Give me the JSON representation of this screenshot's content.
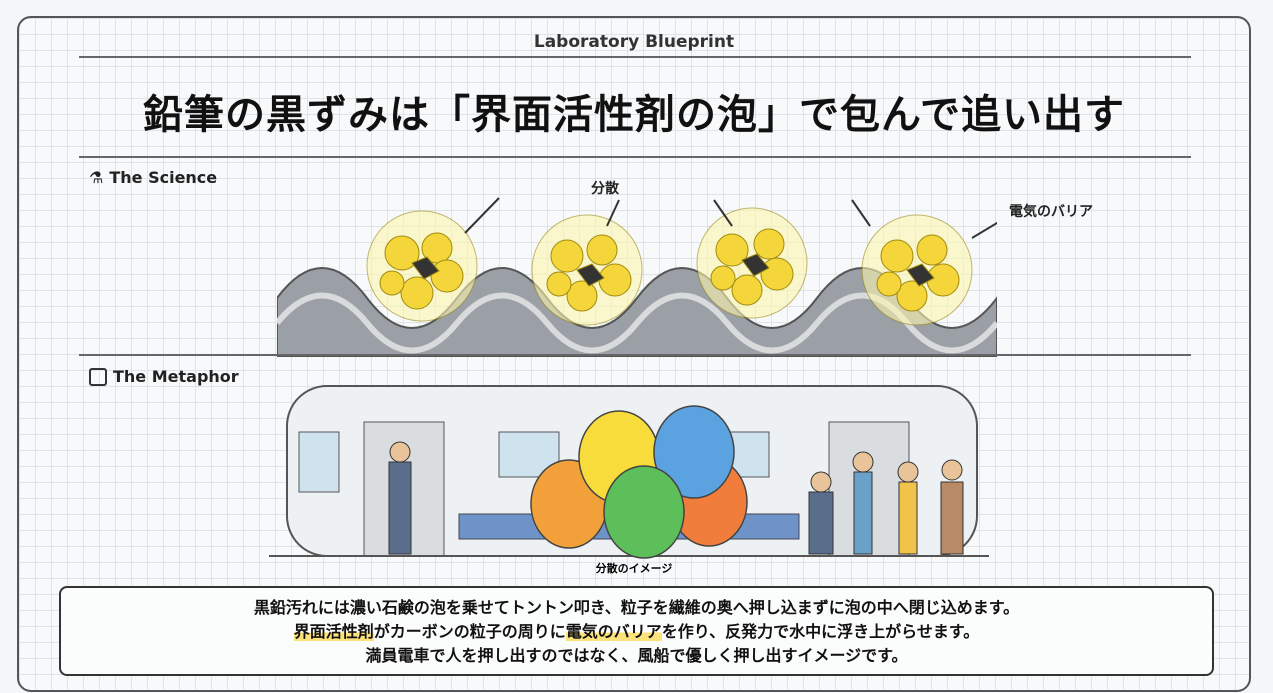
{
  "header": {
    "label": "Laboratory Blueprint",
    "title": "鉛筆の黒ずみは「界面活性剤の泡」で包んで追い出す"
  },
  "science": {
    "heading": "The Science",
    "icon": "flask-icon",
    "label_disperse": "分散",
    "label_barrier": "電気のバリア"
  },
  "metaphor": {
    "heading": "The Metaphor",
    "icon": "link-icon",
    "caption": "分散のイメージ"
  },
  "summary": {
    "line1": "黒鉛汚れには濃い石鹸の泡を乗せてトントン叩き、粒子を繊維の奥へ押し込まずに泡の中へ閉じ込めます。",
    "line2_hl1": "界面活性剤",
    "line2_a": "がカーボンの粒子の周りに",
    "line2_hl2": "電気のバリア",
    "line2_b": "を作り、反発力で水中に浮き上がらせます。",
    "line3": "満員電車で人を押し出すのではなく、風船で優しく押し出すイメージです。"
  },
  "colors": {
    "highlight": "#fbe27a",
    "bubble": "#f5d63a",
    "balloons": [
      "#f7dc3c",
      "#5aa2e0",
      "#f2a13a",
      "#5cbf5a",
      "#f07d3c"
    ]
  }
}
